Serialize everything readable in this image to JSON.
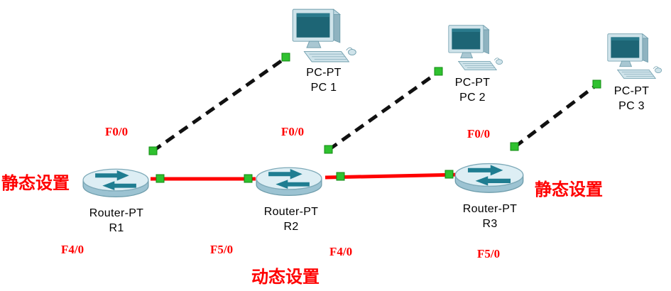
{
  "colors": {
    "link_red": "#ff0000",
    "annotation_red": "#ff0000",
    "port_status_green": "#2fc12f",
    "device_label_black": "#000000"
  },
  "devices": {
    "pcs": [
      {
        "model": "PC-PT",
        "name": "PC 1"
      },
      {
        "model": "PC-PT",
        "name": "PC 2"
      },
      {
        "model": "PC-PT",
        "name": "PC 3"
      }
    ],
    "routers": [
      {
        "model": "Router-PT",
        "name": "R1"
      },
      {
        "model": "Router-PT",
        "name": "R2"
      },
      {
        "model": "Router-PT",
        "name": "R3"
      }
    ]
  },
  "port_labels": {
    "r1_f0": "F0/0",
    "r2_f0": "F0/0",
    "r3_f0": "F0/0",
    "r1_f4": "F4/0",
    "r2_f5": "F5/0",
    "r2_f4": "F4/0",
    "r3_f5": "F5/0"
  },
  "annotations": {
    "static_left": "静态设置",
    "static_right": "静态设置",
    "dynamic_bottom": "动态设置"
  },
  "links": [
    {
      "from": "R1",
      "from_port": "F0/0",
      "to": "PC 1",
      "style": "dashed-black"
    },
    {
      "from": "R2",
      "from_port": "F0/0",
      "to": "PC 2",
      "style": "dashed-black"
    },
    {
      "from": "R3",
      "from_port": "F0/0",
      "to": "PC 3",
      "style": "dashed-black"
    },
    {
      "from": "R1",
      "from_port": "F4/0",
      "to": "R2",
      "to_port": "F5/0",
      "style": "solid-red"
    },
    {
      "from": "R2",
      "from_port": "F4/0",
      "to": "R3",
      "to_port": "F5/0",
      "style": "solid-red"
    }
  ]
}
